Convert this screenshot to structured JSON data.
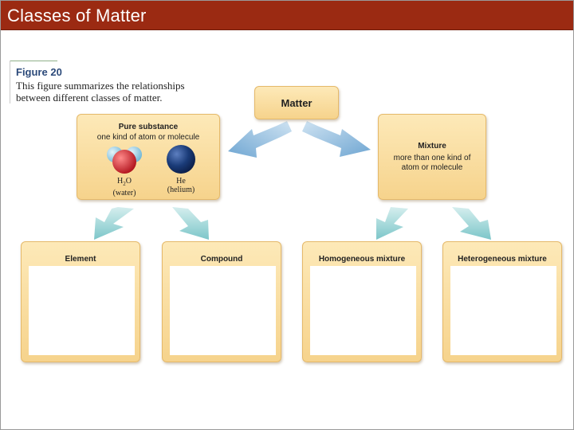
{
  "slide": {
    "title": "Classes of Matter"
  },
  "figure": {
    "label": "Figure 20",
    "caption": "This figure summarizes the relationships between different classes of matter."
  },
  "diagram": {
    "matter": {
      "label": "Matter"
    },
    "pure_substance": {
      "label": "Pure substance",
      "description": "one kind of atom or molecule",
      "examples": [
        {
          "formula_main": "H",
          "formula_sub": "2",
          "formula_tail": "O",
          "name": "(water)"
        },
        {
          "formula_main": "He",
          "formula_sub": "",
          "formula_tail": "",
          "name": "(helium)"
        }
      ]
    },
    "mixture": {
      "label": "Mixture",
      "description": "more than one kind of atom or molecule"
    },
    "element": {
      "label": "Element"
    },
    "compound": {
      "label": "Compound"
    },
    "homogeneous": {
      "label": "Homogeneous mixture"
    },
    "heterogeneous": {
      "label": "Heterogeneous mixture"
    }
  },
  "colors": {
    "title_bar": "#9b2a12",
    "box_fill": "#f6d38c",
    "arrow_blue": "#7fb0d6",
    "arrow_teal": "#86ccd0"
  }
}
